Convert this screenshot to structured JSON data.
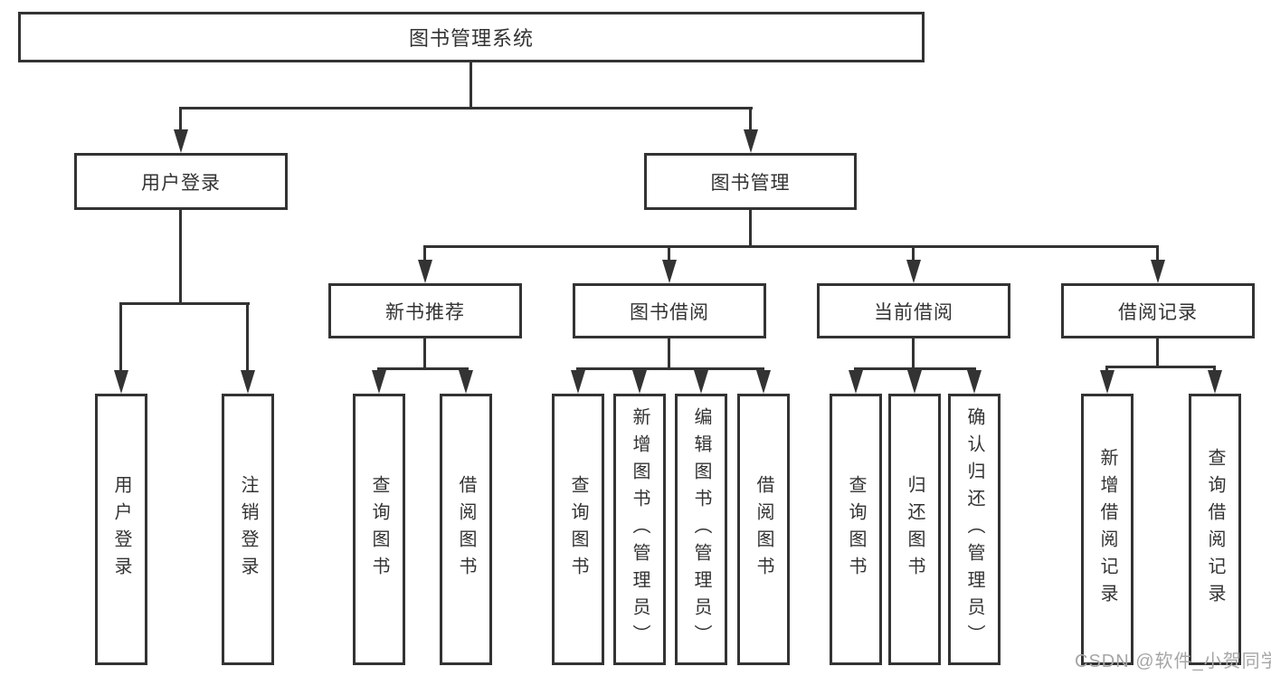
{
  "tree": {
    "label": "图书管理系统",
    "children": [
      {
        "label": "用户登录",
        "children": [
          {
            "label": "用户登录"
          },
          {
            "label": "注销登录"
          }
        ]
      },
      {
        "label": "图书管理",
        "children": [
          {
            "label": "新书推荐",
            "children": [
              {
                "label": "查询图书"
              },
              {
                "label": "借阅图书"
              }
            ]
          },
          {
            "label": "图书借阅",
            "children": [
              {
                "label": "查询图书"
              },
              {
                "label": "新增图书（管理员）"
              },
              {
                "label": "编辑图书（管理员）"
              },
              {
                "label": "借阅图书"
              }
            ]
          },
          {
            "label": "当前借阅",
            "children": [
              {
                "label": "查询图书"
              },
              {
                "label": "归还图书"
              },
              {
                "label": "确认归还（管理员）"
              }
            ]
          },
          {
            "label": "借阅记录",
            "children": [
              {
                "label": "新增借阅记录"
              },
              {
                "label": "查询借阅记录"
              }
            ]
          }
        ]
      }
    ]
  },
  "watermark": {
    "text": "CSDN @软件_小贺同学"
  },
  "colors": {
    "line": "#333333",
    "box_border": "#333333",
    "text": "#333333",
    "watermark": "#a6a6a6",
    "background": "#ffffff"
  }
}
